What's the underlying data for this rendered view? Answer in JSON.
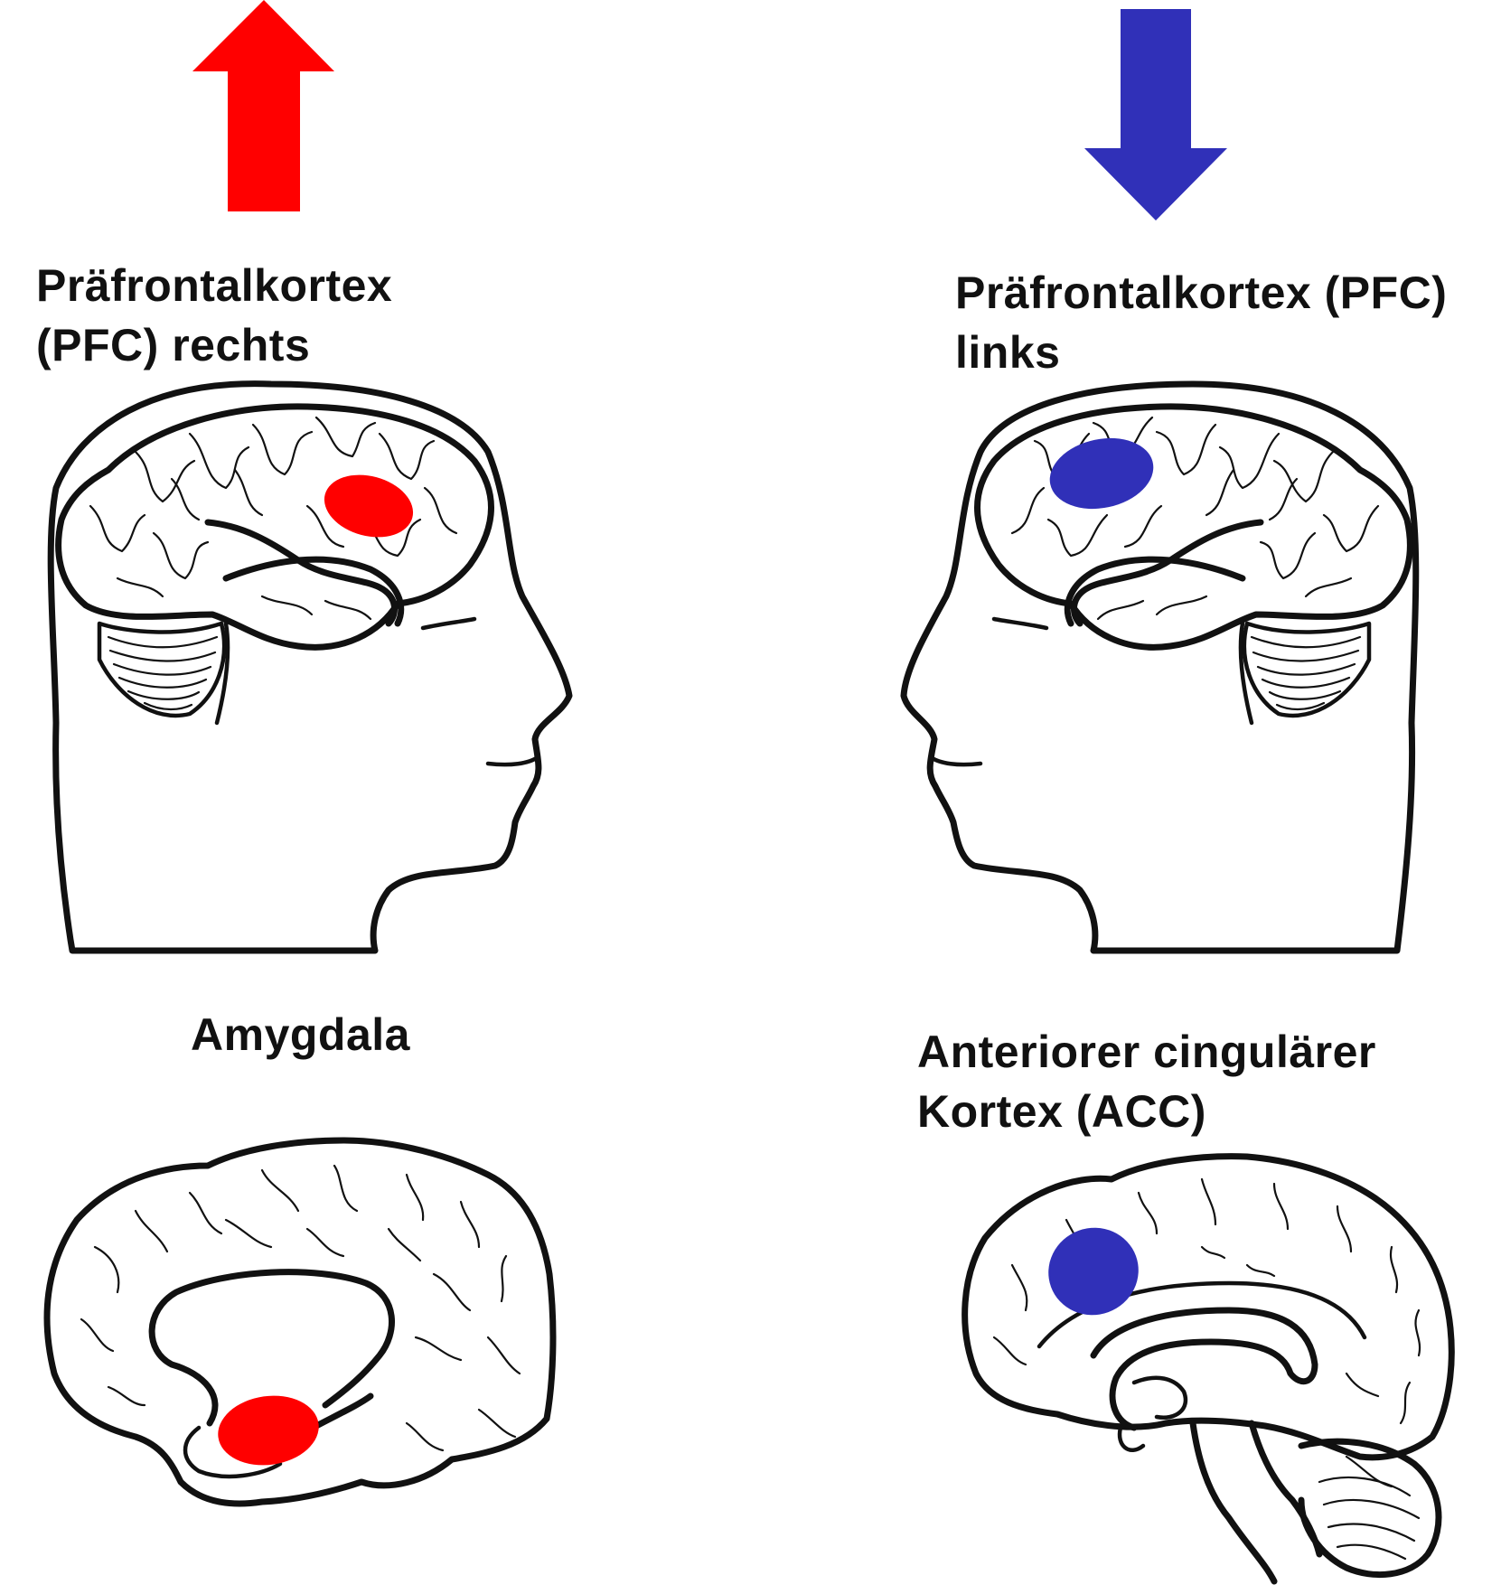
{
  "colors": {
    "increase": "#ff0000",
    "decrease": "#3030b8",
    "ink": "#111111",
    "background": "#ffffff"
  },
  "icons": {
    "up": "arrow-up-icon",
    "down": "arrow-down-icon"
  },
  "labels": {
    "pfc_right_line1": "Präfrontalkortex",
    "pfc_right_line2": "(PFC) rechts",
    "pfc_left_line1": "Präfrontalkortex (PFC)",
    "pfc_left_line2": "links",
    "amygdala": "Amygdala",
    "acc_line1": "Anteriorer cingulärer",
    "acc_line2": "Kortex (ACC)"
  }
}
